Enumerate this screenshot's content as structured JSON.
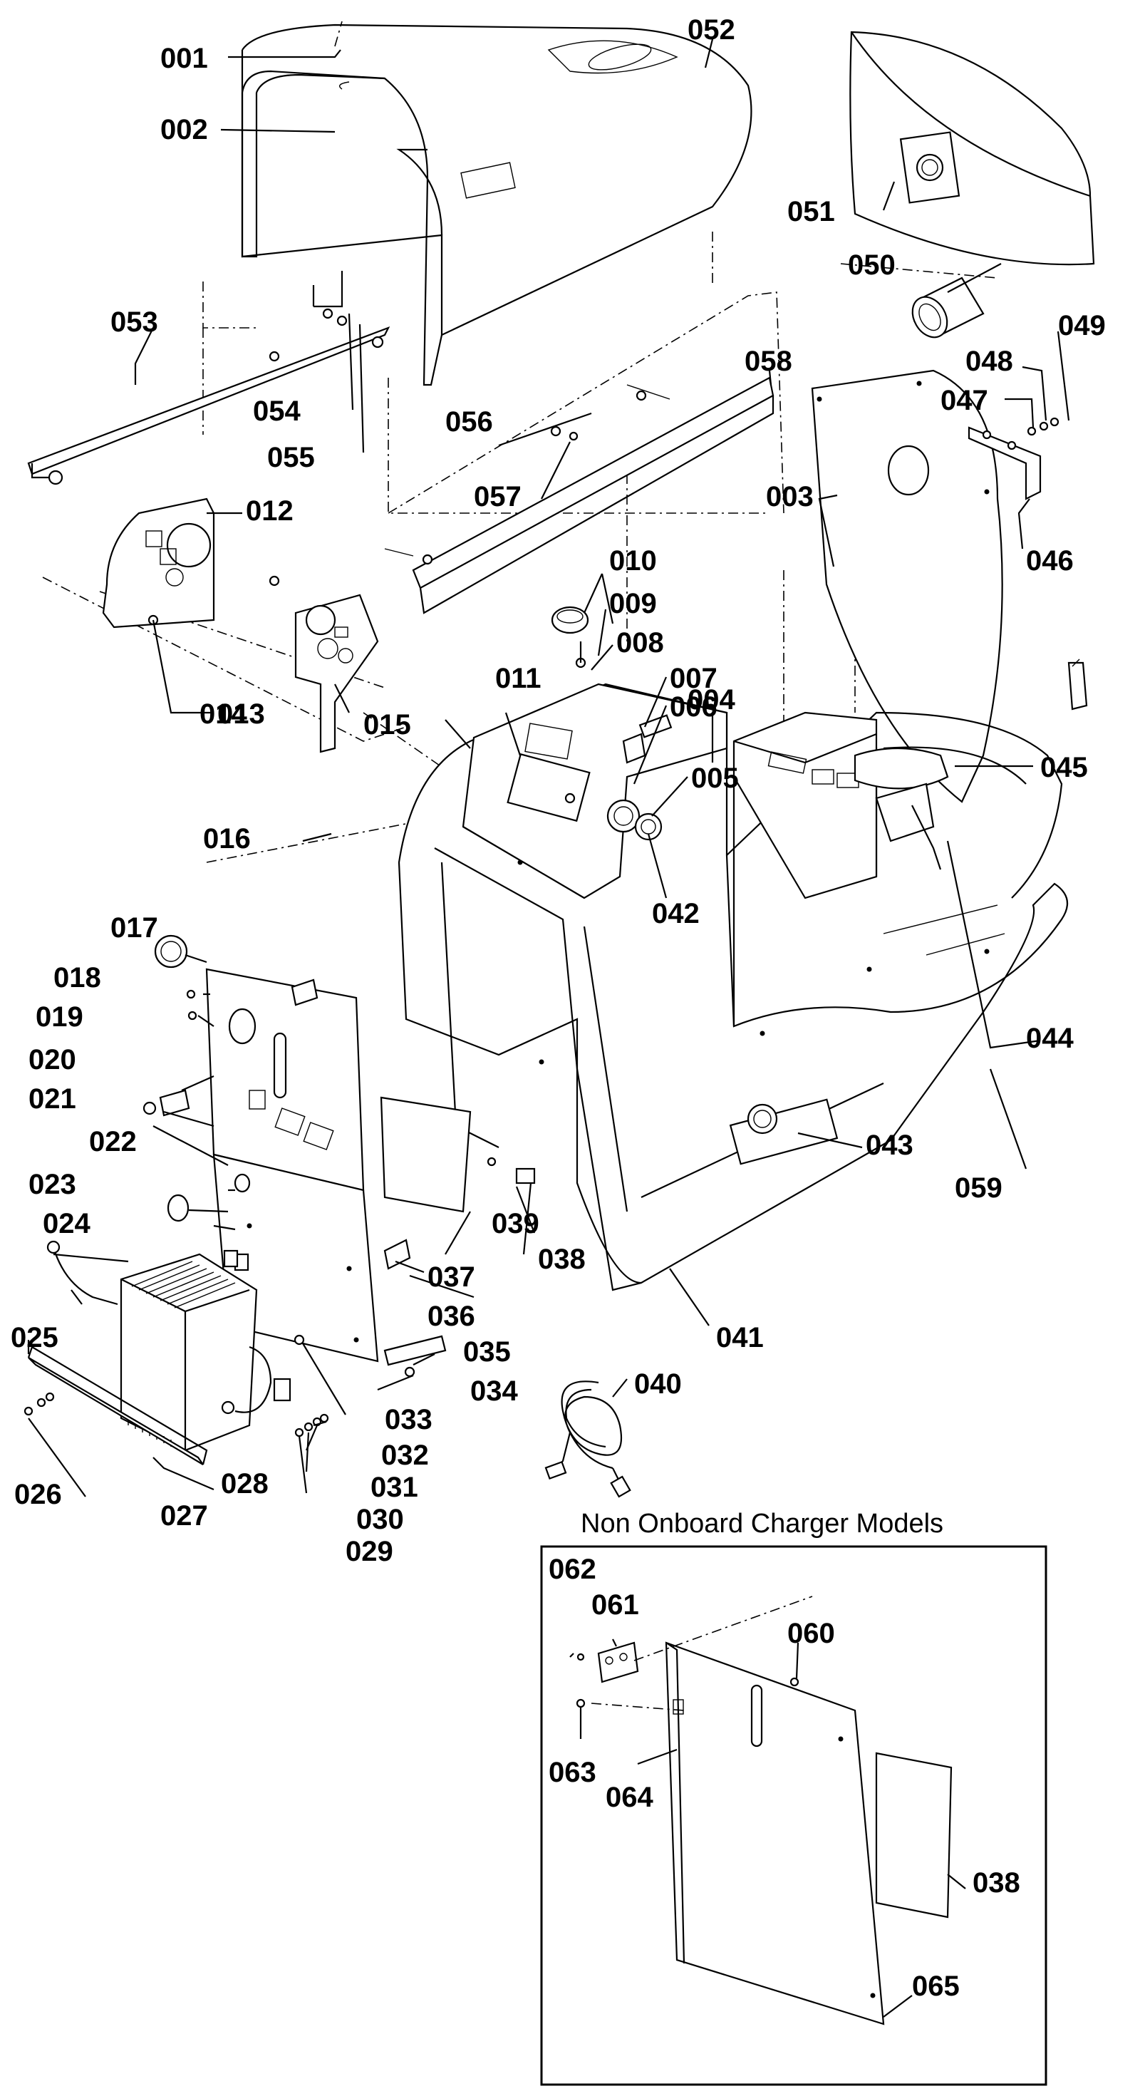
{
  "inset": {
    "title": "Non Onboard Charger Models"
  },
  "callouts": {
    "c001": "001",
    "c002": "002",
    "c003": "003",
    "c004": "004",
    "c005": "005",
    "c006": "006",
    "c007": "007",
    "c008": "008",
    "c009": "009",
    "c010": "010",
    "c011": "011",
    "c012": "012",
    "c013": "013",
    "c014": "014",
    "c015": "015",
    "c016": "016",
    "c017": "017",
    "c018": "018",
    "c019": "019",
    "c020": "020",
    "c021": "021",
    "c022": "022",
    "c023": "023",
    "c024": "024",
    "c025": "025",
    "c026": "026",
    "c027": "027",
    "c028": "028",
    "c029": "029",
    "c030": "030",
    "c031": "031",
    "c032": "032",
    "c033": "033",
    "c034": "034",
    "c035": "035",
    "c036": "036",
    "c037": "037",
    "c038": "038",
    "c039": "039",
    "c040": "040",
    "c041": "041",
    "c042": "042",
    "c043": "043",
    "c044": "044",
    "c045": "045",
    "c046": "046",
    "c047": "047",
    "c048": "048",
    "c049": "049",
    "c050": "050",
    "c051": "051",
    "c052": "052",
    "c053": "053",
    "c054": "054",
    "c055": "055",
    "c056": "056",
    "c057": "057",
    "c058": "058",
    "c059": "059",
    "c060": "060",
    "c061": "061",
    "c062": "062",
    "c063": "063",
    "c064": "064",
    "c065": "065",
    "c038b": "038"
  }
}
